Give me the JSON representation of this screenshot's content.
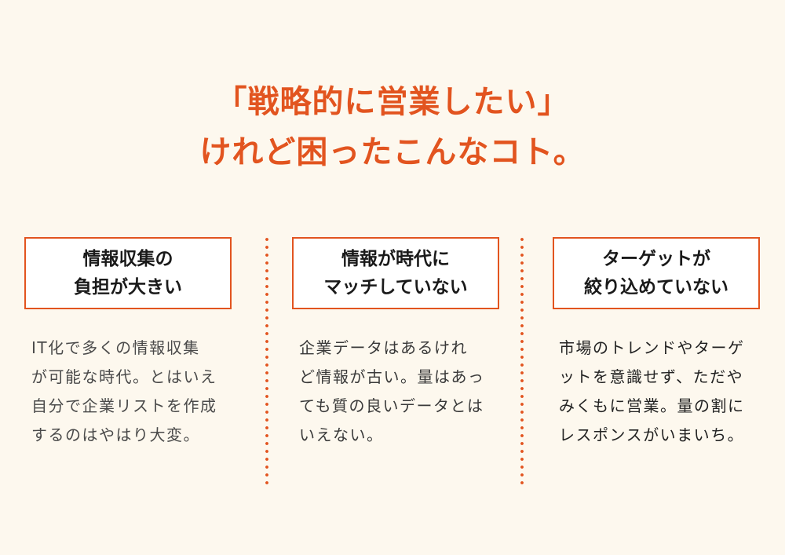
{
  "title": {
    "line1": "「戦略的に営業したい」",
    "line2": "けれど困ったこんなコト。"
  },
  "columns": [
    {
      "heading": [
        "情報収集の",
        "負担が大きい"
      ],
      "body": [
        "IT化で多くの情報収集",
        "が可能な時代。とはいえ",
        "自分で企業リストを作成",
        "するのはやはり大変。"
      ]
    },
    {
      "heading": [
        "情報が時代に",
        "マッチしていない"
      ],
      "body": [
        "企業データはあるけれ",
        "ど情報が古い。量はあっ",
        "ても質の良いデータとは",
        "いえない。"
      ]
    },
    {
      "heading": [
        "ターゲットが",
        "絞り込めていない"
      ],
      "body": [
        "市場のトレンドやターゲ",
        "ットを意識せず、ただや",
        "みくもに営業。量の割に",
        "レスポンスがいまいち。"
      ]
    }
  ],
  "colors": {
    "accent": "#e2541f",
    "background": "#fdf8ee"
  }
}
